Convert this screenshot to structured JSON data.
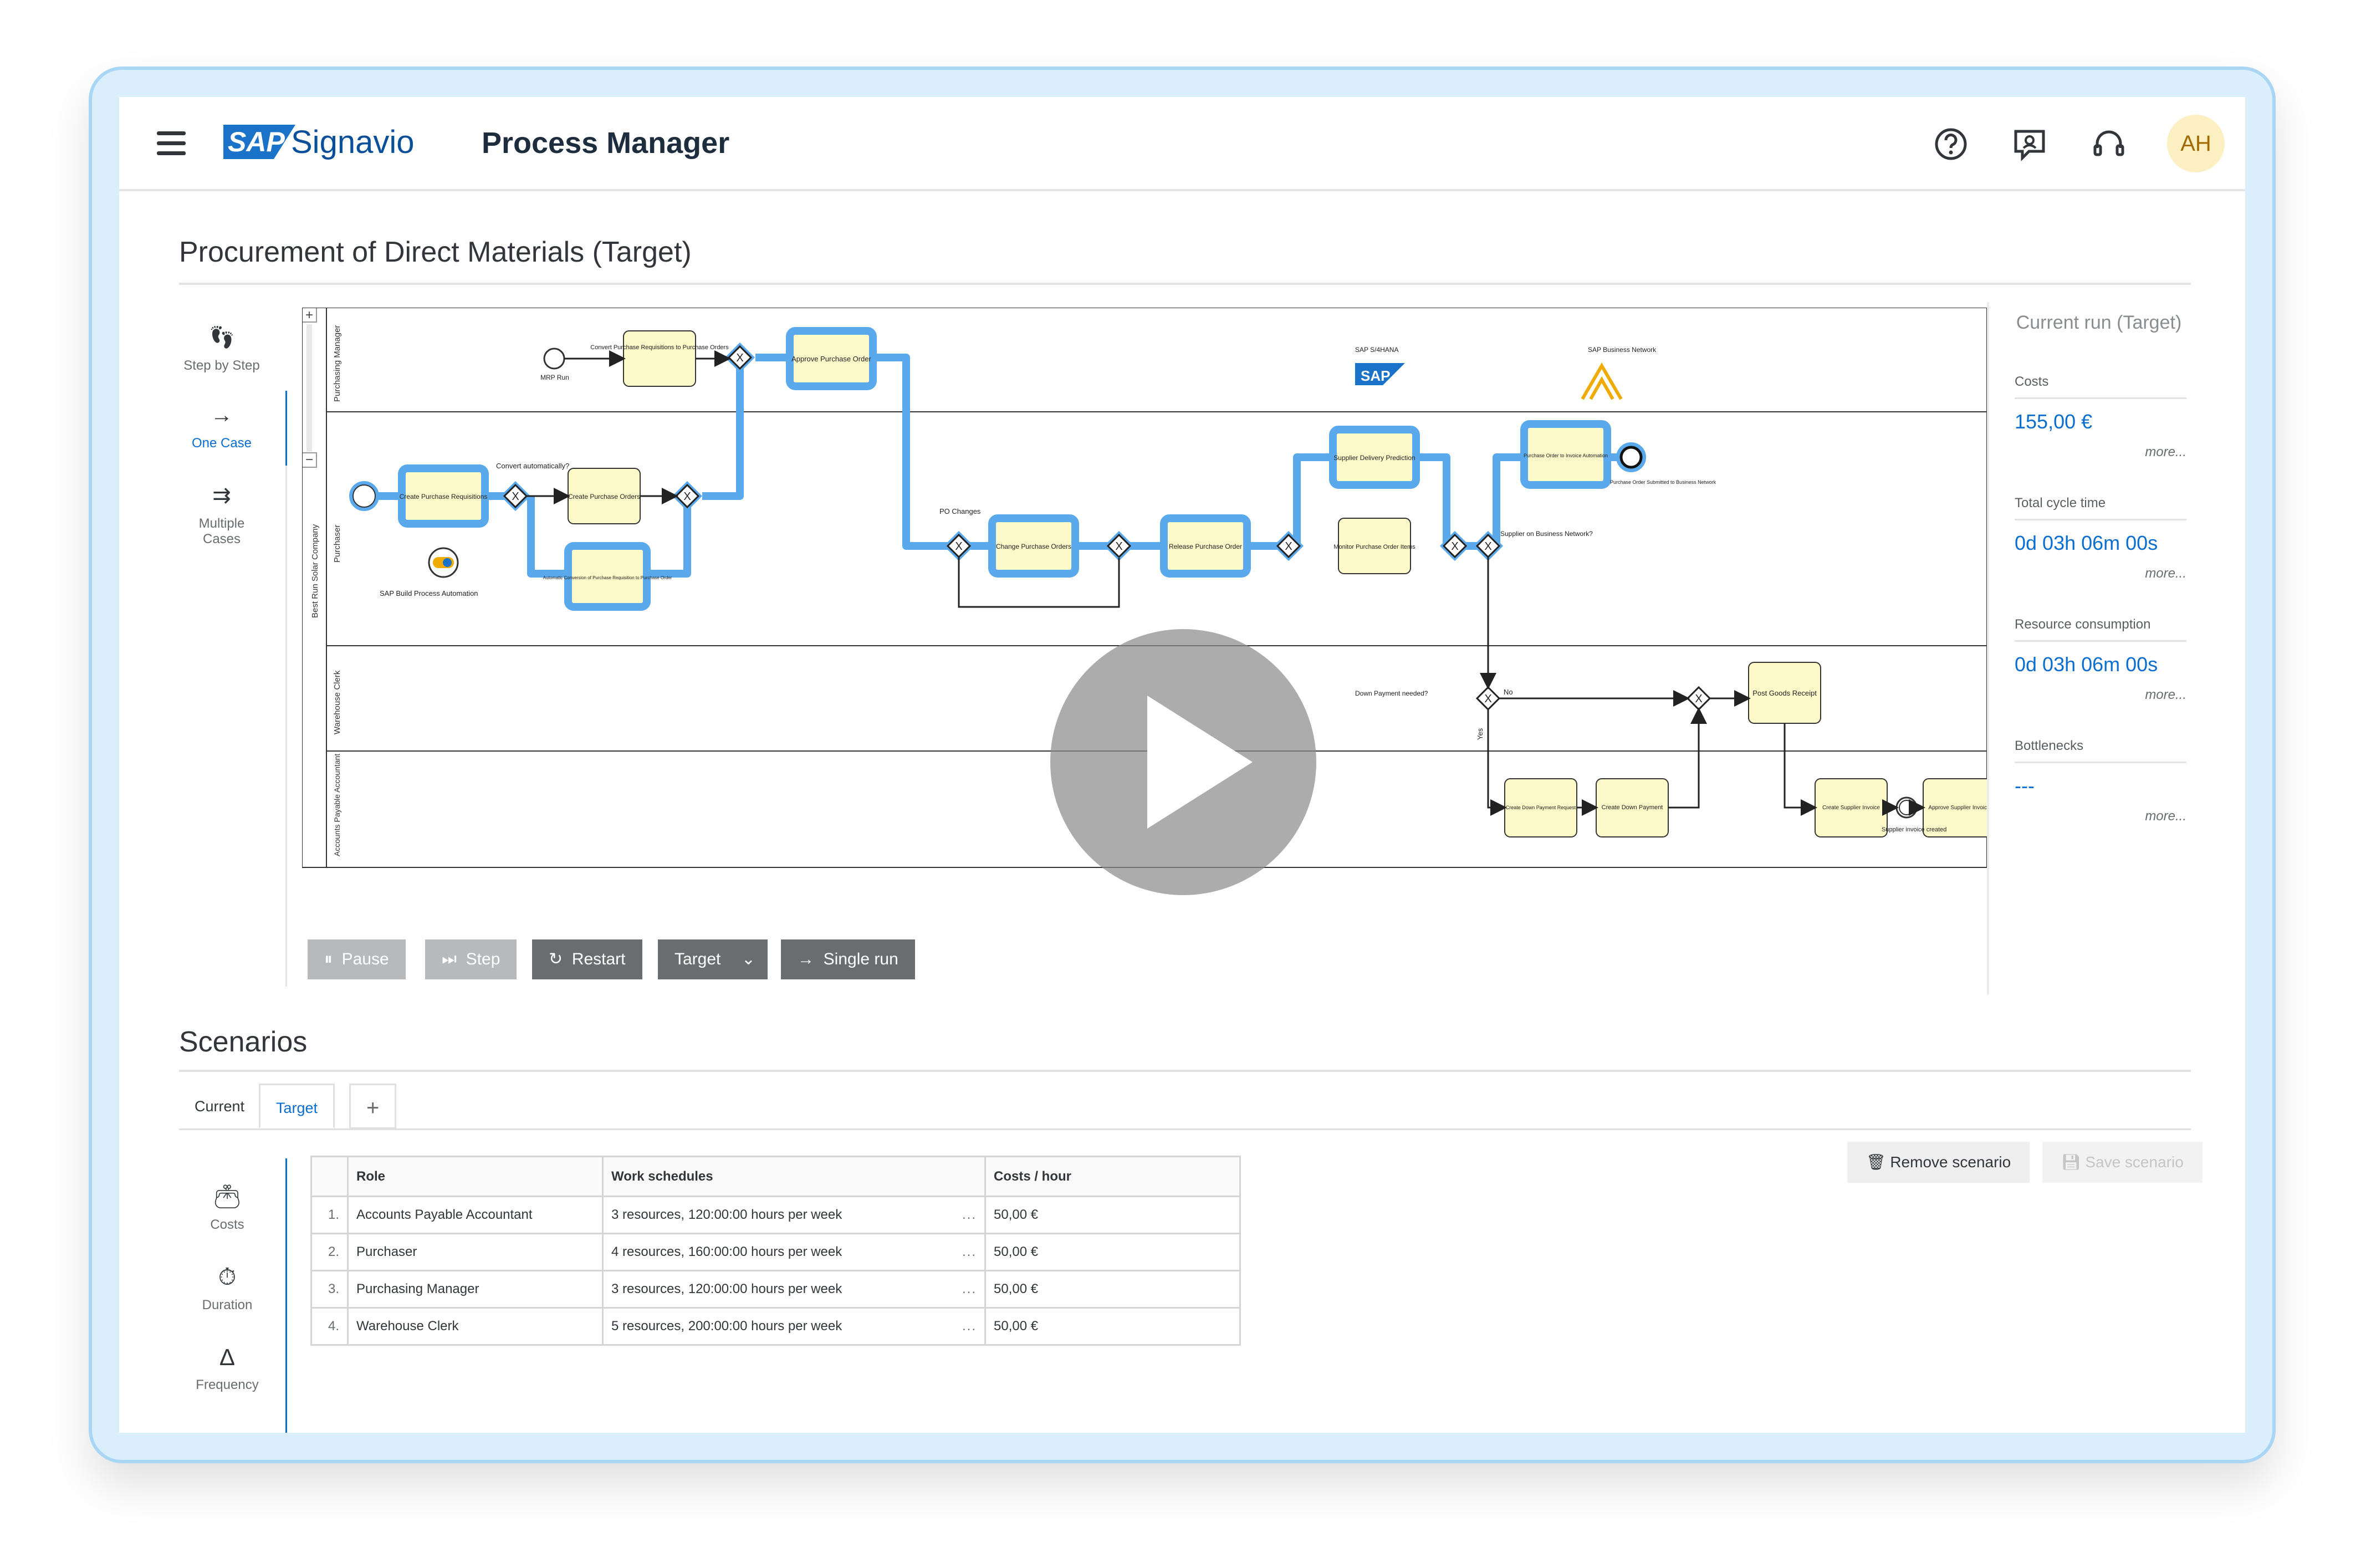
{
  "header": {
    "logo_sap": "SAP",
    "logo_text": "Signavio",
    "app_title": "Process Manager",
    "avatar_initials": "AH"
  },
  "page": {
    "title": "Procurement of Direct Materials (Target)"
  },
  "simulation_modes": [
    {
      "label": "Step by Step",
      "icon": "footsteps-icon"
    },
    {
      "label": "One Case",
      "icon": "arrow-right-icon"
    },
    {
      "label": "Multiple Cases",
      "icon": "multiple-arrows-icon"
    }
  ],
  "diagram": {
    "pool": "Best Run Solar Company",
    "lanes": [
      "Purchasing Manager",
      "Purchaser",
      "Warehouse Clerk",
      "Accounts Payable Accountant"
    ],
    "tasks": {
      "convert_pr": "Convert Purchase Requisitions to Purchase Orders",
      "approve_po": "Approve Purchase Order",
      "create_pr": "Create Purchase Requisitions",
      "create_po": "Create Purchase Orders",
      "auto_convert": "Automatic Conversion of Purchase Requisition to Purchase Order",
      "change_po": "Change Purchase Orders",
      "release_po": "Release Purchase Order",
      "supplier_delivery": "Supplier Delivery Prediction",
      "monitor_po": "Monitor Purchase Order Items",
      "po_to_invoice": "Purchase Order to Invoice Automation",
      "post_goods": "Post Goods Receipt",
      "create_down_req": "Create Down Payment Request",
      "create_down": "Create Down Payment",
      "create_supplier_inv": "Create Supplier Invoice",
      "approve_supplier_inv": "Approve Supplier Invoice"
    },
    "labels": {
      "mrp_run": "MRP Run",
      "convert_auto": "Convert automatically?",
      "sap_build": "SAP Build Process Automation",
      "po_changes": "PO Changes",
      "sap_s4hana": "SAP S/4HANA",
      "sap_bn": "SAP Business Network",
      "supplier_on_bn": "Supplier on Business Network?",
      "po_submitted": "Purchase Order Submitted to Business Network",
      "down_payment": "Down Payment needed?",
      "no": "No",
      "yes": "Yes",
      "supplier_inv_created": "Supplier invoice created",
      "sap_logo": "SAP"
    }
  },
  "current_run": {
    "title": "Current run (Target)",
    "metrics": [
      {
        "label": "Costs",
        "value": "155,00 €",
        "more": "more..."
      },
      {
        "label": "Total cycle time",
        "value": "0d 03h 06m 00s",
        "more": "more..."
      },
      {
        "label": "Resource consumption",
        "value": "0d 03h 06m 00s",
        "more": "more..."
      },
      {
        "label": "Bottlenecks",
        "value": "---",
        "more": "more..."
      }
    ]
  },
  "controls": {
    "pause": "Pause",
    "step": "Step",
    "restart": "Restart",
    "target": "Target",
    "single_run": "Single run"
  },
  "scenarios": {
    "title": "Scenarios",
    "tabs": [
      "Current",
      "Target"
    ],
    "side": [
      {
        "label": "Costs",
        "icon": "wallet-icon"
      },
      {
        "label": "Duration",
        "icon": "stopwatch-icon"
      },
      {
        "label": "Frequency",
        "icon": "metronome-icon"
      }
    ],
    "columns": [
      "Role",
      "Work schedules",
      "Costs / hour"
    ],
    "rows": [
      {
        "num": "1.",
        "role": "Accounts Payable Accountant",
        "schedule": "3 resources, 120:00:00 hours per week",
        "cost": "50,00 €"
      },
      {
        "num": "2.",
        "role": "Purchaser",
        "schedule": "4 resources, 160:00:00 hours per week",
        "cost": "50,00 €"
      },
      {
        "num": "3.",
        "role": "Purchasing Manager",
        "schedule": "3 resources, 120:00:00 hours per week",
        "cost": "50,00 €"
      },
      {
        "num": "4.",
        "role": "Warehouse Clerk",
        "schedule": "5 resources, 200:00:00 hours per week",
        "cost": "50,00 €"
      }
    ],
    "dots": "...",
    "remove": "Remove scenario",
    "save": "Save scenario"
  }
}
